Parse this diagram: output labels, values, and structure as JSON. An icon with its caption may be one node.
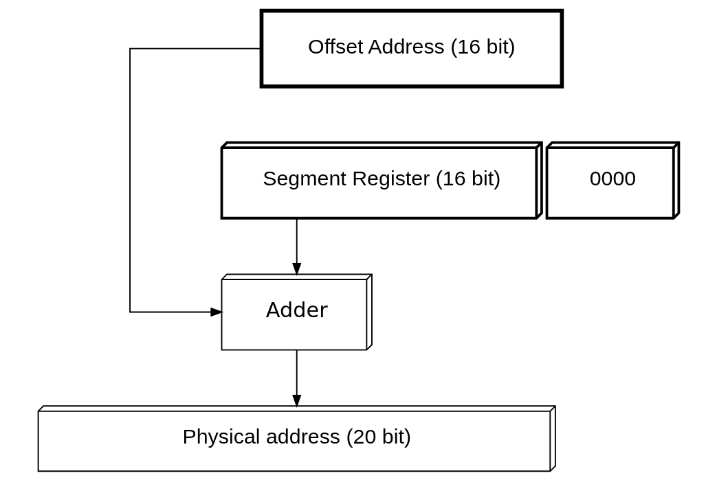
{
  "diagram": {
    "nodes": [
      {
        "text": [
          "Offset Address (16 bit)"
        ]
      },
      {
        "text": [
          "Segment Register (16 bit)"
        ]
      },
      {
        "text": [
          "0000"
        ]
      },
      {
        "text": [
          "Adder"
        ]
      },
      {
        "text": [
          "Physical address (20 bit)"
        ]
      }
    ],
    "edges": [
      {
        "from": 1,
        "to": 3,
        "arrow": "to"
      },
      {
        "from": 0,
        "to": 3,
        "arrow": "to"
      },
      {
        "from": 3,
        "to": 4,
        "arrow": "to"
      }
    ]
  }
}
